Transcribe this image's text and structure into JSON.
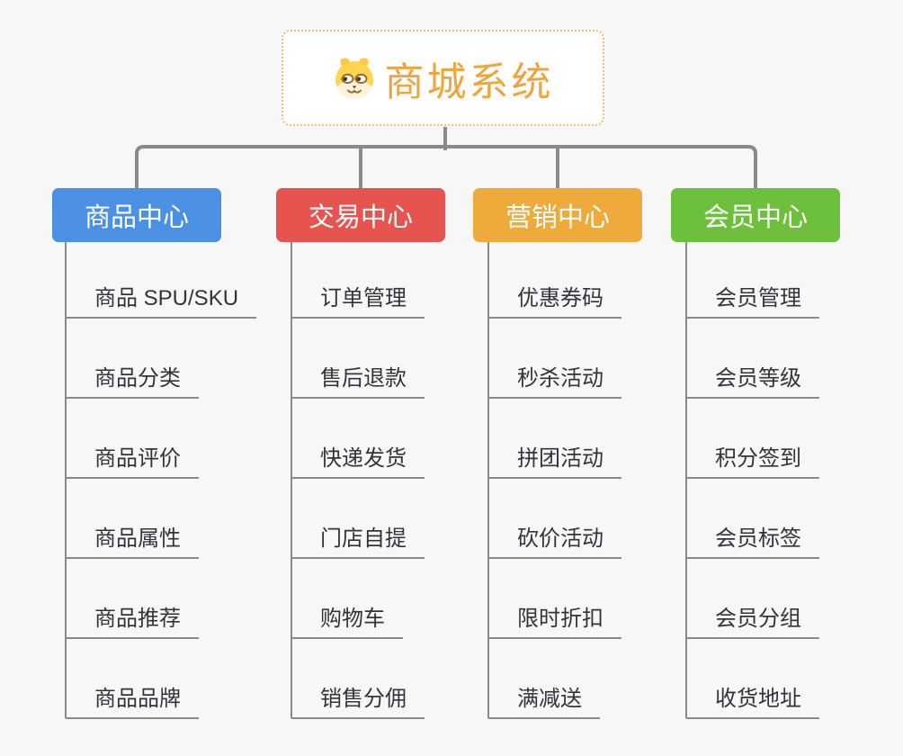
{
  "root": {
    "title": "商城系统",
    "icon": "dog-face-icon"
  },
  "branches": [
    {
      "label": "商品中心",
      "color": "#4B90E2",
      "items": [
        "商品 SPU/SKU",
        "商品分类",
        "商品评价",
        "商品属性",
        "商品推荐",
        "商品品牌"
      ]
    },
    {
      "label": "交易中心",
      "color": "#E7544F",
      "items": [
        "订单管理",
        "售后退款",
        "快递发货",
        "门店自提",
        "购物车",
        "销售分佣"
      ]
    },
    {
      "label": "营销中心",
      "color": "#EFAA3C",
      "items": [
        "优惠券码",
        "秒杀活动",
        "拼团活动",
        "砍价活动",
        "限时折扣",
        "满减送"
      ]
    },
    {
      "label": "会员中心",
      "color": "#6DC03C",
      "items": [
        "会员管理",
        "会员等级",
        "积分签到",
        "会员标签",
        "会员分组",
        "收货地址"
      ]
    }
  ],
  "colors": {
    "background": "#F7F7F7",
    "connector": "#8A8A8A",
    "item_text": "#31343A",
    "root_text": "#F0A43B",
    "root_border": "#F2BC72",
    "node_text": "#FFFFFF"
  }
}
